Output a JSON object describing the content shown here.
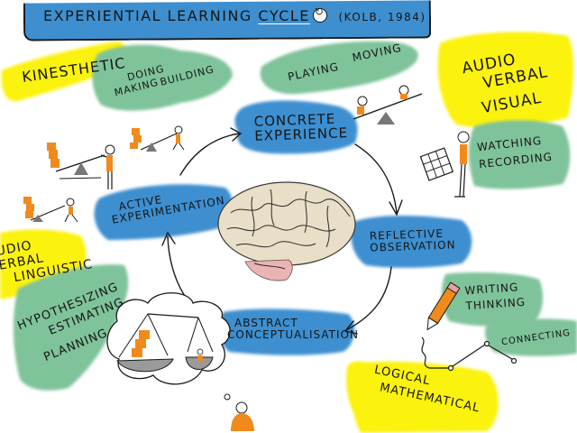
{
  "title": {
    "main": "EXPERIENTIAL LEARNING",
    "highlight": "CYCLE",
    "citation": "(KOLB, 1984)",
    "icon": "cycle-icon"
  },
  "cycle_stages": [
    {
      "id": "concrete-experience",
      "line1": "CONCRETE",
      "line2": "EXPERIENCE"
    },
    {
      "id": "reflective-observation",
      "line1": "REFLECTIVE",
      "line2": "OBSERVATION"
    },
    {
      "id": "abstract-conceptualisation",
      "line1": "ABSTRACT",
      "line2": "CONCEPTUALISATION"
    },
    {
      "id": "active-experimentation",
      "line1": "ACTIVE",
      "line2": "EXPERIMENTATION"
    }
  ],
  "center_image": "brain-illustration",
  "learning_styles": {
    "kinesthetic": "KINESTHETIC",
    "audio_verbal_visual": [
      "AUDIO",
      "VERBAL",
      "VISUAL"
    ],
    "audio_verbal_linguistic": [
      "UDIO",
      "ERBAL",
      "LINGUISTIC"
    ],
    "logical_mathematical": [
      "LOGICAL",
      "MATHEMATICAL"
    ]
  },
  "activities": {
    "doing": [
      "DOING",
      "MAKING",
      "BUILDING"
    ],
    "playing": [
      "PLAYING",
      "MOVING"
    ],
    "watching": [
      "WATCHING",
      "RECORDING"
    ],
    "writing": [
      "WRITING",
      "THINKING"
    ],
    "connecting": "CONNECTING",
    "hypothesising": [
      "HYPOTHESIZING",
      "ESTIMATING",
      "PLANNING"
    ]
  },
  "colors": {
    "blue": "#3d8fd0",
    "green": "#7fc39a",
    "yellow": "#fbf20a",
    "orange": "#f08a1c",
    "gray": "#8a8a8a",
    "ink": "#161616",
    "brain": "#e9dfc8",
    "cerebellum": "#e8b4b4"
  }
}
